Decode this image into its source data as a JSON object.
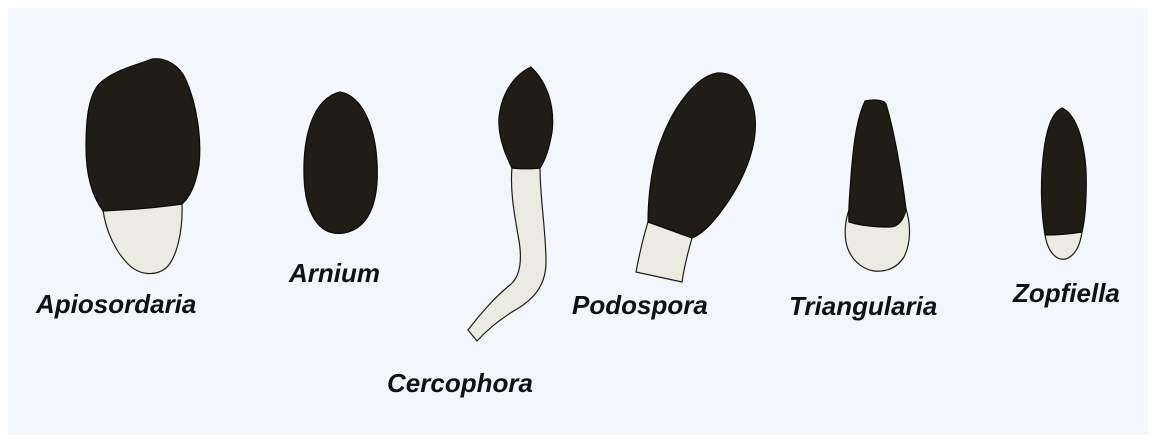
{
  "genera": [
    {
      "key": "apiosordaria",
      "name": "Apiosordaria"
    },
    {
      "key": "arnium",
      "name": "Arnium"
    },
    {
      "key": "cercophora",
      "name": "Cercophora"
    },
    {
      "key": "podospora",
      "name": "Podospora"
    },
    {
      "key": "triangularia",
      "name": "Triangularia"
    },
    {
      "key": "zopfiella",
      "name": "Zopfiella"
    }
  ],
  "colors": {
    "background": "#f3f6fb",
    "pigmented_cell": "#1f1d14",
    "hyaline_cell": "#ecebe2",
    "label_text": "#111111"
  }
}
